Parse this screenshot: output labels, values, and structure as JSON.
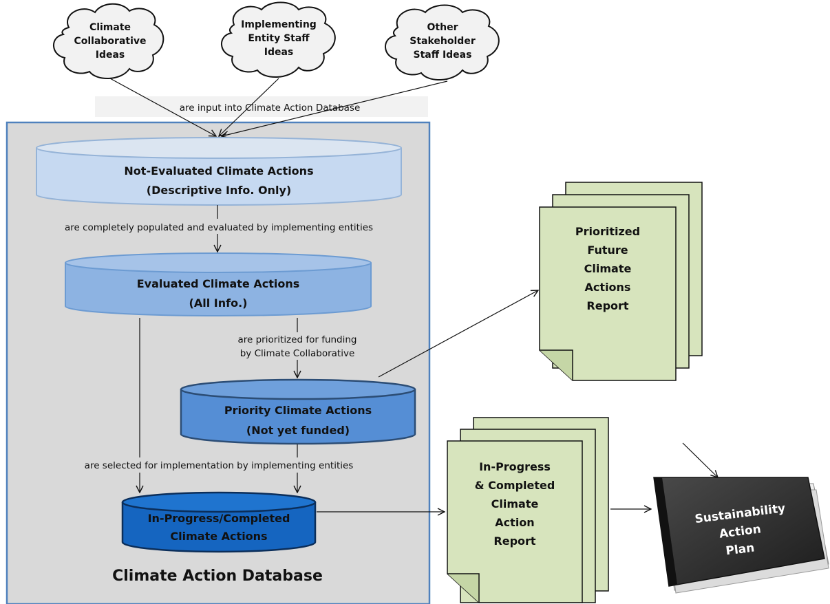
{
  "clouds": [
    {
      "lines": [
        "Climate",
        "Collaborative",
        "Ideas"
      ]
    },
    {
      "lines": [
        "Implementing",
        "Entity Staff",
        "Ideas"
      ]
    },
    {
      "lines": [
        "Other",
        "Stakeholder",
        "Staff Ideas"
      ]
    }
  ],
  "input_label": "are input into Climate Action Database",
  "database": {
    "title": "Climate Action Database",
    "cylinders": [
      {
        "lines": [
          "Not-Evaluated Climate Actions",
          "(Descriptive Info. Only)"
        ],
        "color": "#c6d9f1"
      },
      {
        "lines": [
          "Evaluated Climate Actions",
          "(All Info.)"
        ],
        "color": "#8db3e2"
      },
      {
        "lines": [
          "Priority Climate Actions",
          "(Not yet funded)"
        ],
        "color": "#558ed5"
      },
      {
        "lines": [
          "In-Progress/Completed",
          "Climate Actions"
        ],
        "color": "#0f5fbf"
      }
    ],
    "arrow_labels": {
      "populated": "are completely populated and evaluated by implementing entities",
      "prioritized": [
        "are prioritized for funding",
        "by Climate Collaborative"
      ],
      "selected": "are selected for implementation by implementing entities"
    }
  },
  "reports": [
    {
      "lines": [
        "Prioritized",
        "Future",
        "Climate",
        "Actions",
        "Report"
      ]
    },
    {
      "lines": [
        "In-Progress",
        "& Completed",
        "Climate",
        "Action",
        "Report"
      ]
    }
  ],
  "book": {
    "lines": [
      "Sustainability",
      "Action",
      "Plan"
    ]
  },
  "colors": {
    "db_fill": "#d9d9d9",
    "db_border": "#4f81bd",
    "report_fill": "#d7e4bd",
    "book_cover": "#2e2e2e"
  }
}
